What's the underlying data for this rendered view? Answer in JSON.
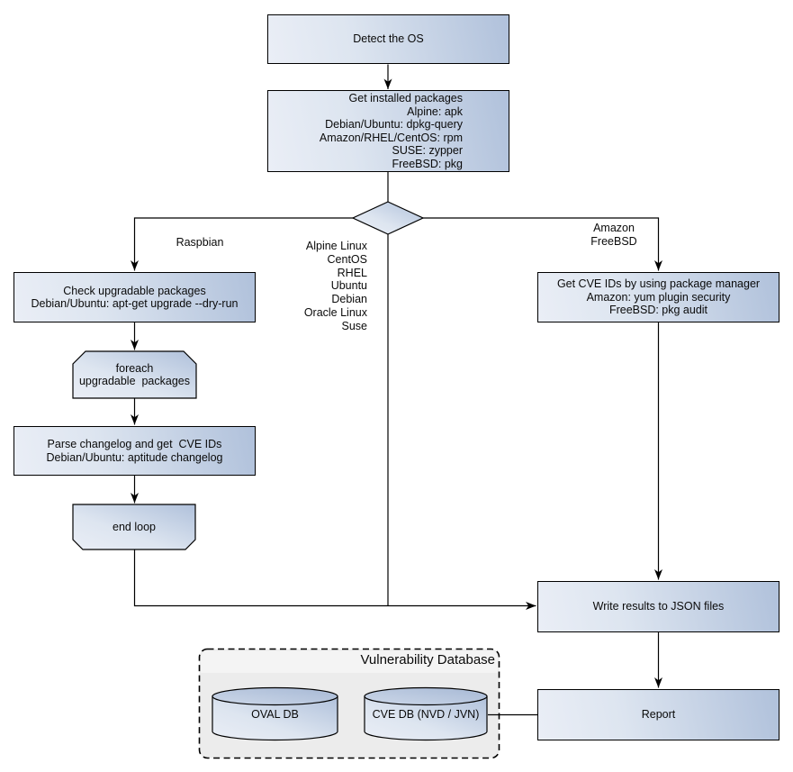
{
  "nodes": {
    "detect_os": "Detect the OS",
    "get_installed_packages": "Get installed packages\nAlpine: apk\nDebian/Ubuntu: dpkg-query\nAmazon/RHEL/CentOS: rpm\nSUSE: zypper\nFreeBSD: pkg",
    "check_upgradable": "Check upgradable packages\nDebian/Ubuntu: apt-get upgrade --dry-run",
    "foreach_loop": "foreach\nupgradable  packages",
    "parse_changelog": "Parse changelog and get  CVE IDs\nDebian/Ubuntu: aptitude changelog",
    "end_loop": "end loop",
    "get_cve_ids": "Get CVE IDs by using package manager\nAmazon: yum plugin security\nFreeBSD: pkg audit",
    "write_results": "Write results to JSON files",
    "report": "Report"
  },
  "edge_labels": {
    "left_branch": "Raspbian",
    "middle_branch": "Alpine Linux\nCentOS\nRHEL\nUbuntu\nDebian\nOracle Linux\nSuse",
    "right_branch": "Amazon\nFreeBSD"
  },
  "database_panel": {
    "title": "Vulnerability Database",
    "cylinders": [
      "OVAL DB",
      "CVE DB (NVD / JVN)"
    ]
  },
  "colors": {
    "node_gradient_light": "#eaeef6",
    "node_gradient_dark": "#b0c1db",
    "node_border": "#000000",
    "connector": "#000000",
    "panel_background": "#ececec",
    "panel_title_band": "#f4f4f4",
    "text": "#0a0a0a",
    "canvas_background": "#ffffff"
  }
}
